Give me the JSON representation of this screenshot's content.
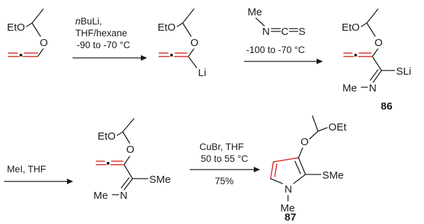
{
  "atoms": {
    "eto": "EtO",
    "o": "O",
    "li": "Li",
    "me": "Me",
    "n": "N",
    "c": "C",
    "s": "S",
    "sli": "SLi",
    "sme": "SMe",
    "oet": "OEt"
  },
  "reagents": {
    "step1_base_prefix": "n",
    "step1_base_rest": "BuLi,",
    "step1_solvent": "THF/hexane",
    "step1_temp": "-90 to -70 °C",
    "step2_temp": "-100 to -70 °C",
    "step3": "MeI, THF",
    "step4_reagent": "CuBr, THF",
    "step4_temp": "50 to 55 °C",
    "step4_yield": "75%"
  },
  "labels": {
    "compound_86": "86",
    "compound_87": "87"
  },
  "colors": {
    "ink": "#1a1a1a",
    "highlight": "#d6332f"
  }
}
